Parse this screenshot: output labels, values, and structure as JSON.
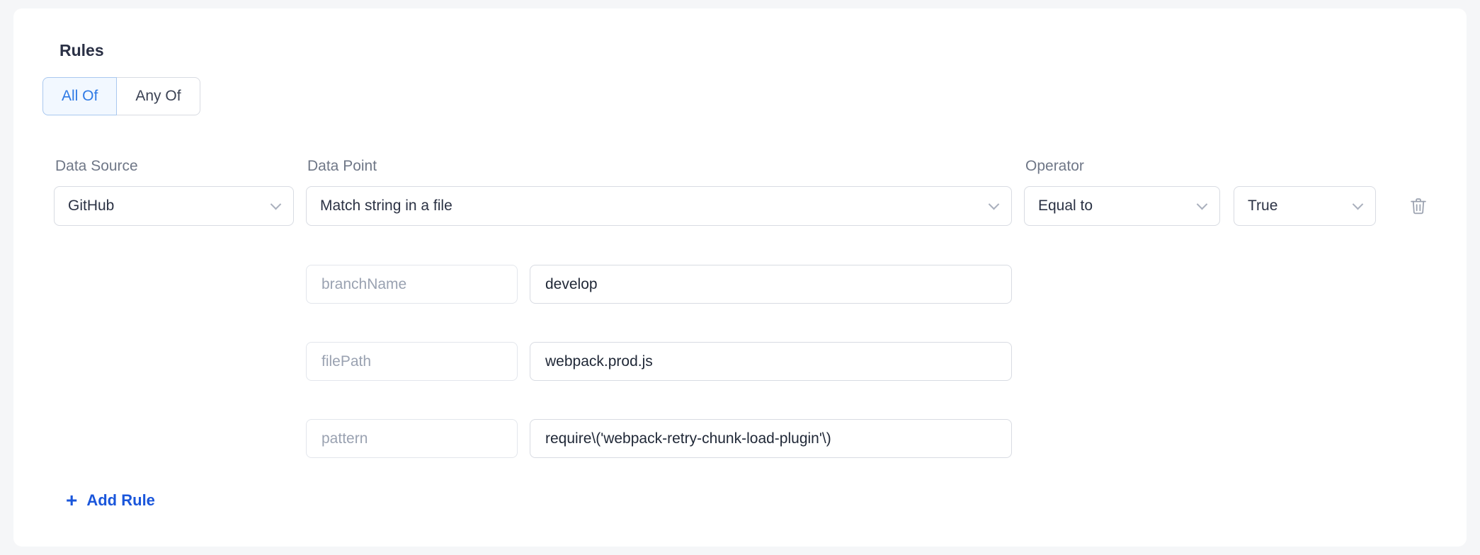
{
  "rules": {
    "title": "Rules",
    "match_toggle": {
      "options": [
        {
          "label": "All Of",
          "selected": true
        },
        {
          "label": "Any Of",
          "selected": false
        }
      ]
    },
    "rule": {
      "data_source": {
        "label": "Data Source",
        "value": "GitHub"
      },
      "data_point": {
        "label": "Data Point",
        "value": "Match string in a file"
      },
      "operator": {
        "label": "Operator",
        "value": "Equal to"
      },
      "comparison_value": "True",
      "parameters": [
        {
          "name": "branchName",
          "value": "develop"
        },
        {
          "name": "filePath",
          "value": "webpack.prod.js"
        },
        {
          "name": "pattern",
          "value": "require\\('webpack-retry-chunk-load-plugin'\\)"
        }
      ]
    },
    "add_rule_label": "Add Rule"
  },
  "icons": {
    "dropdown": "chevron-down-icon",
    "delete": "trash-icon",
    "add": "plus-icon"
  },
  "colors": {
    "page_background": "#f5f6f8",
    "card_background": "#ffffff",
    "accent_blue": "#1a56db",
    "toggle_selected_text": "#2f7ae5",
    "toggle_selected_bg": "#f2f8ff",
    "label_gray": "#6f7787",
    "placeholder_gray": "#9aa2b1"
  }
}
